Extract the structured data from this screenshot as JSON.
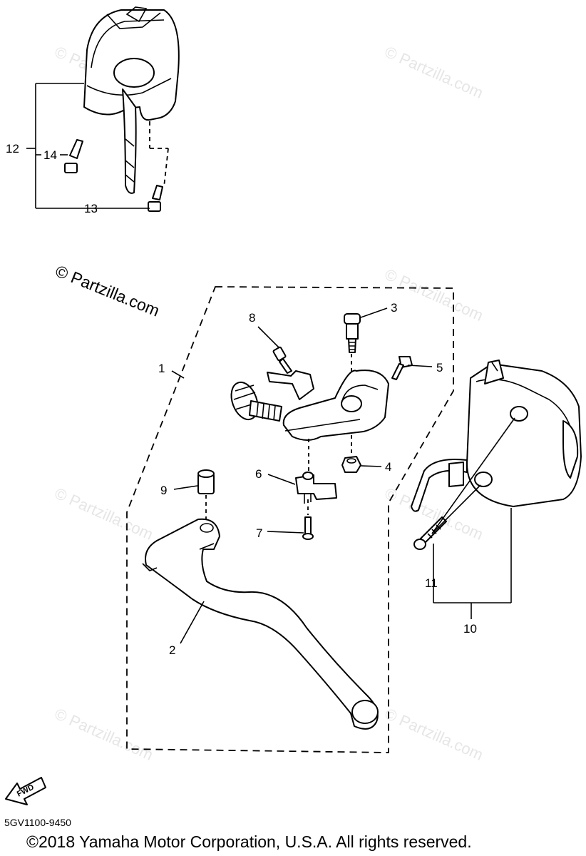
{
  "callouts": {
    "c1": "1",
    "c2": "2",
    "c3": "3",
    "c4": "4",
    "c5": "5",
    "c6": "6",
    "c7": "7",
    "c8": "8",
    "c9": "9",
    "c10": "10",
    "c11": "11",
    "c12": "12",
    "c13": "13",
    "c14": "14"
  },
  "watermark": {
    "main": "© Partzilla.com",
    "faint": "© Partzilla.com"
  },
  "fwd_label": "FWD",
  "diagram_code": "5GV1100-9450",
  "copyright": "©2018  Yamaha Motor Corporation, U.S.A. All rights reserved.",
  "colors": {
    "ink": "#000000",
    "watermark": "#e6e6e6",
    "background": "#ffffff"
  }
}
